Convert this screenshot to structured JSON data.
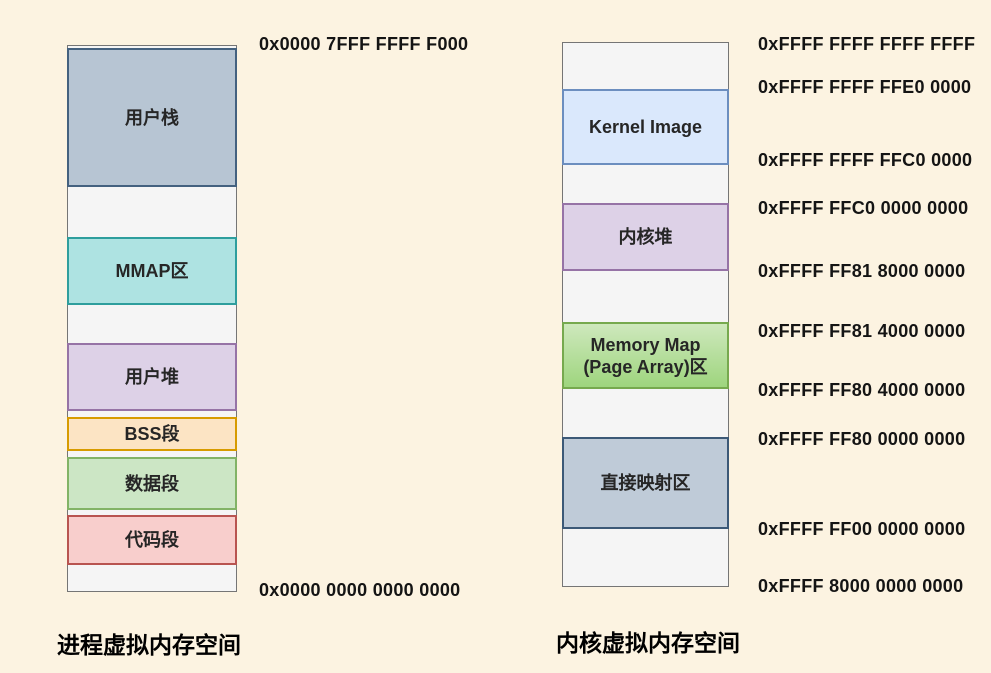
{
  "page": {
    "background_color": "#FCF3E1",
    "empty_block_color": "#F5F5F5"
  },
  "process_column": {
    "caption": "进程虚拟内存空间",
    "top_address": "0x0000 7FFF FFFF F000",
    "bottom_address": "0x0000 0000 0000 0000",
    "blocks": [
      {
        "name": "user-stack",
        "label": "用户栈",
        "fill": "#B7C5D3",
        "stroke": "#44617F"
      },
      {
        "name": "mmap-area",
        "label": "MMAP区",
        "fill": "#AEE3E2",
        "stroke": "#2E9E9D"
      },
      {
        "name": "user-heap",
        "label": "用户堆",
        "fill": "#DDD1E7",
        "stroke": "#9673A6"
      },
      {
        "name": "bss-segment",
        "label": "BSS段",
        "fill": "#FCE4C4",
        "stroke": "#D79B00"
      },
      {
        "name": "data-segment",
        "label": "数据段",
        "fill": "#CCE6C5",
        "stroke": "#82B366"
      },
      {
        "name": "code-segment",
        "label": "代码段",
        "fill": "#F8CECC",
        "stroke": "#B85450"
      }
    ]
  },
  "kernel_column": {
    "caption": "内核虚拟内存空间",
    "blocks": [
      {
        "name": "kernel-image",
        "label": "Kernel Image",
        "fill": "#DAE8FC",
        "stroke": "#6C8EBF"
      },
      {
        "name": "kernel-heap",
        "label": "内核堆",
        "fill": "#DDD1E7",
        "stroke": "#9673A6"
      },
      {
        "name": "memory-map",
        "label": "Memory Map",
        "label_line2": "(Page Array)区",
        "fill_top": "#CEE8BD",
        "fill_bottom": "#9ED57E",
        "stroke": "#76A94E"
      },
      {
        "name": "direct-map",
        "label": "直接映射区",
        "fill": "#BFCBD8",
        "stroke": "#3C5977"
      }
    ],
    "addresses": [
      "0xFFFF FFFF FFFF FFFF",
      "0xFFFF FFFF FFE0 0000",
      "0xFFFF FFFF FFC0 0000",
      "0xFFFF FFC0 0000 0000",
      "0xFFFF FF81 8000 0000",
      "0xFFFF FF81 4000 0000",
      "0xFFFF FF80 4000 0000",
      "0xFFFF FF80 0000 0000",
      "0xFFFF FF00 0000 0000",
      "0xFFFF 8000 0000 0000"
    ]
  }
}
